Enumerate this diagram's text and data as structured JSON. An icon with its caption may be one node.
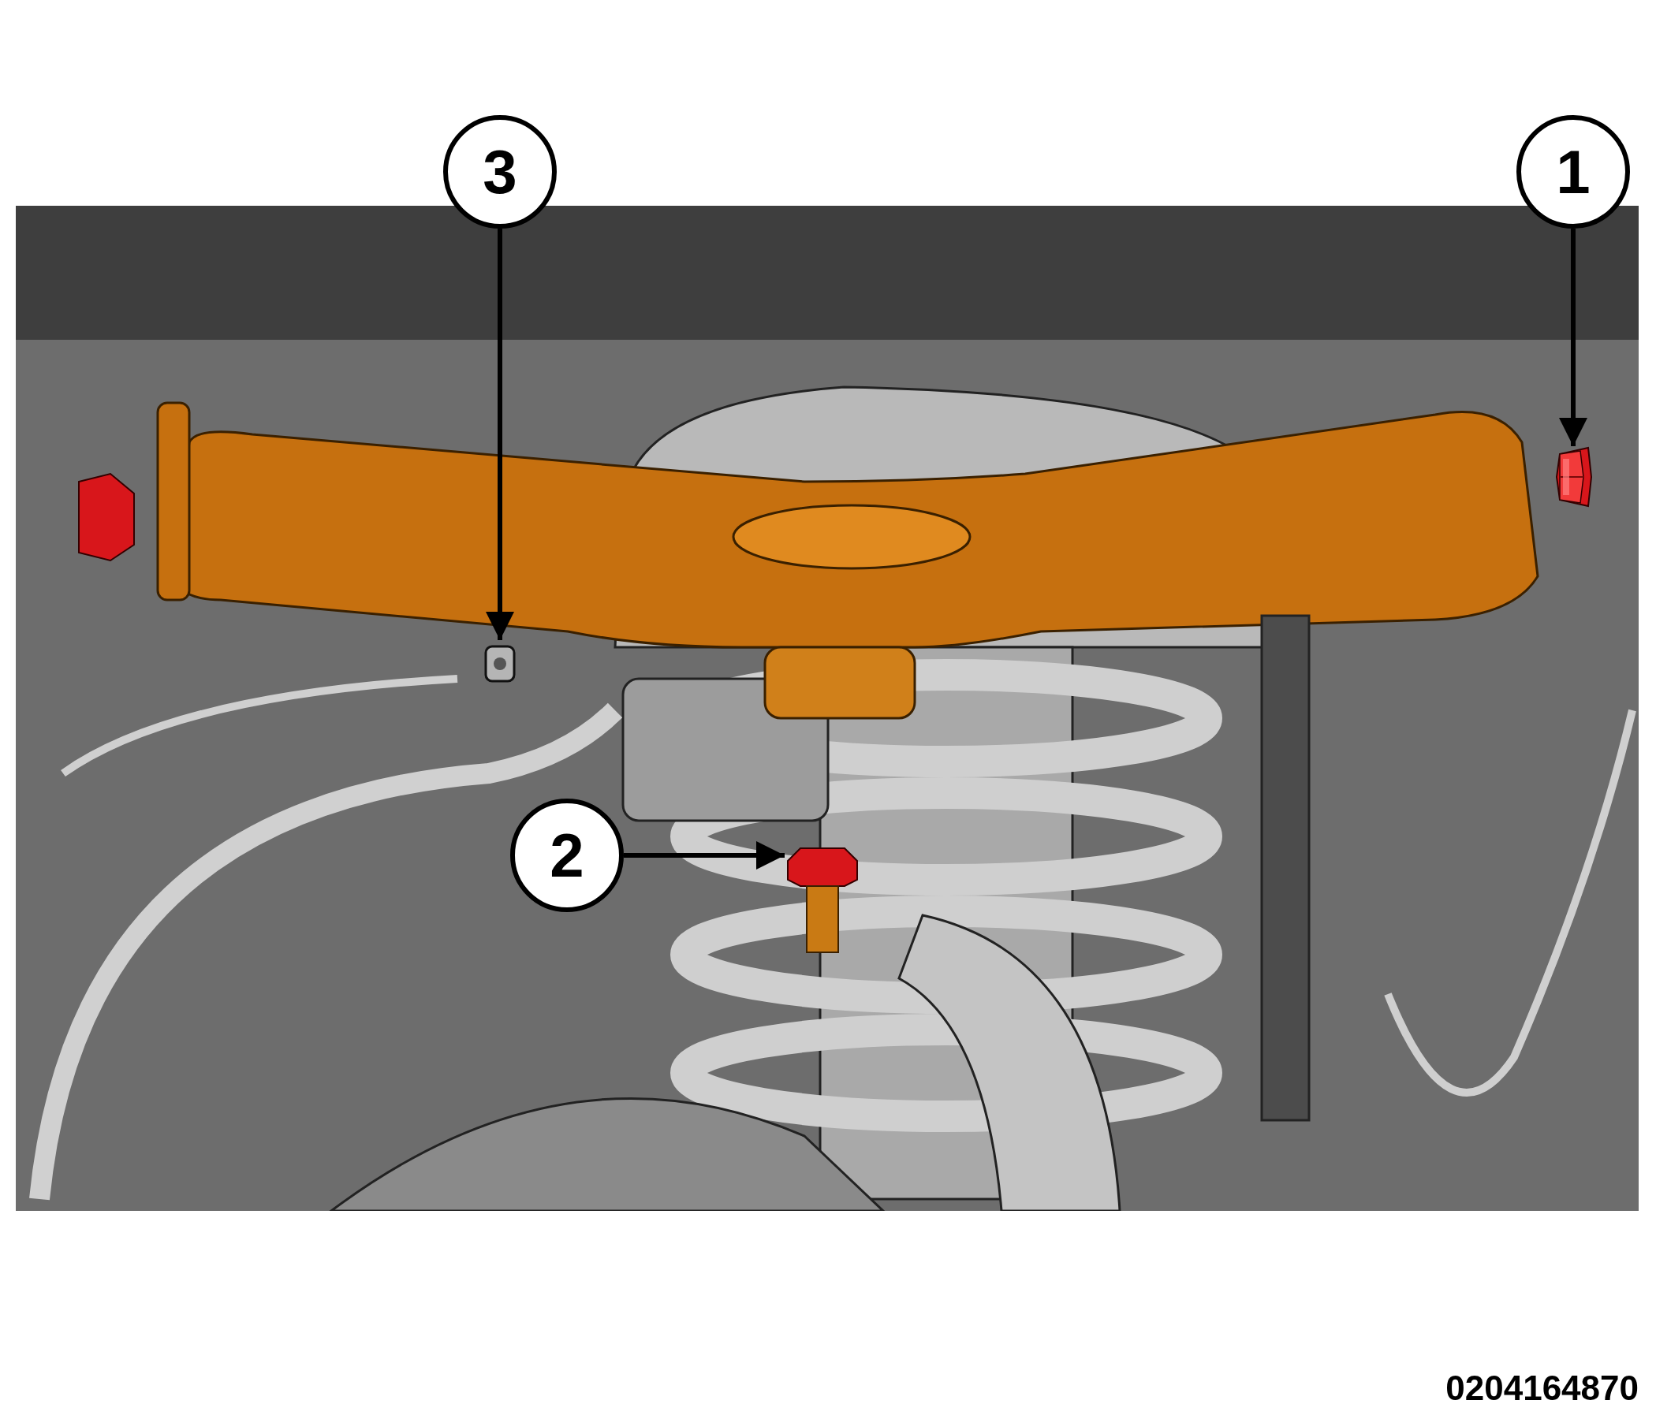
{
  "diagram": {
    "nodes": [
      {
        "text": [
          "3"
        ]
      },
      {
        "text": [
          "1"
        ]
      },
      {
        "text": [],
        "shape": "picture"
      },
      {
        "text": [],
        "shape": "picture"
      },
      {
        "text": [
          "2"
        ]
      },
      {
        "text": [],
        "shape": "picture"
      }
    ],
    "edges": [
      {
        "from": 0,
        "to": 2,
        "arrow": "to"
      },
      {
        "from": 1,
        "to": 3,
        "arrow": "to"
      },
      {
        "from": 4,
        "to": 5,
        "arrow": "to"
      }
    ],
    "labels": [
      "0204164870"
    ]
  }
}
